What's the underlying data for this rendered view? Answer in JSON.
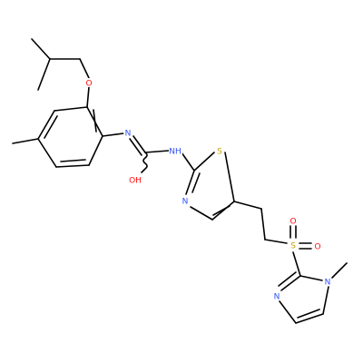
{
  "colors": {
    "bond": "#000000",
    "nitrogen": "#3050f8",
    "oxygen": "#ff0d0d",
    "sulfur": "#c8a000",
    "background": "#ffffff"
  },
  "atoms": {
    "o_ether": "O",
    "n_imine": "N",
    "oh": "OH",
    "nh": "NH",
    "s_thiazole": "S",
    "n_thiazole": "N",
    "s_sulfonyl": "S",
    "o_sulfonyl_1": "O",
    "o_sulfonyl_2": "O",
    "n_imidazole_1": "N",
    "n_imidazole_2": "N"
  }
}
